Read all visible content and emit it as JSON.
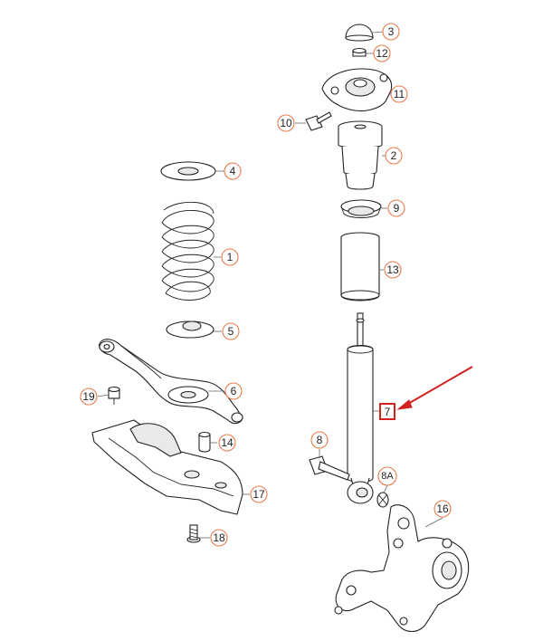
{
  "highlight": {
    "part": "7",
    "color": "#d32020"
  },
  "callout_color": "#e87a4a",
  "callouts": [
    "1",
    "2",
    "3",
    "4",
    "5",
    "6",
    "7",
    "8",
    "8A",
    "9",
    "10",
    "11",
    "12",
    "13",
    "14",
    "16",
    "17",
    "18",
    "19"
  ]
}
